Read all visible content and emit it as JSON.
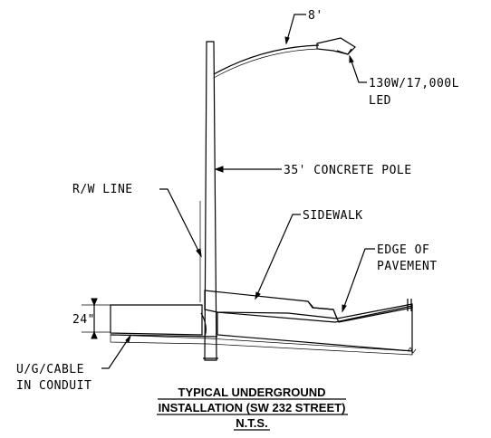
{
  "labels": {
    "arm_length": "8'",
    "fixture_watts": "130W/17,000L",
    "fixture_type": "LED",
    "pole": "35' CONCRETE POLE",
    "rw_line": "R/W LINE",
    "sidewalk": "SIDEWALK",
    "edge_line1": "EDGE OF",
    "edge_line2": "PAVEMENT",
    "depth": "24\"",
    "cable_line1": "U/G/CABLE",
    "cable_line2": "IN CONDUIT"
  },
  "title": {
    "line1": "TYPICAL UNDERGROUND",
    "line2": "INSTALLATION (SW 232 STREET)",
    "line3": "N.T.S."
  }
}
